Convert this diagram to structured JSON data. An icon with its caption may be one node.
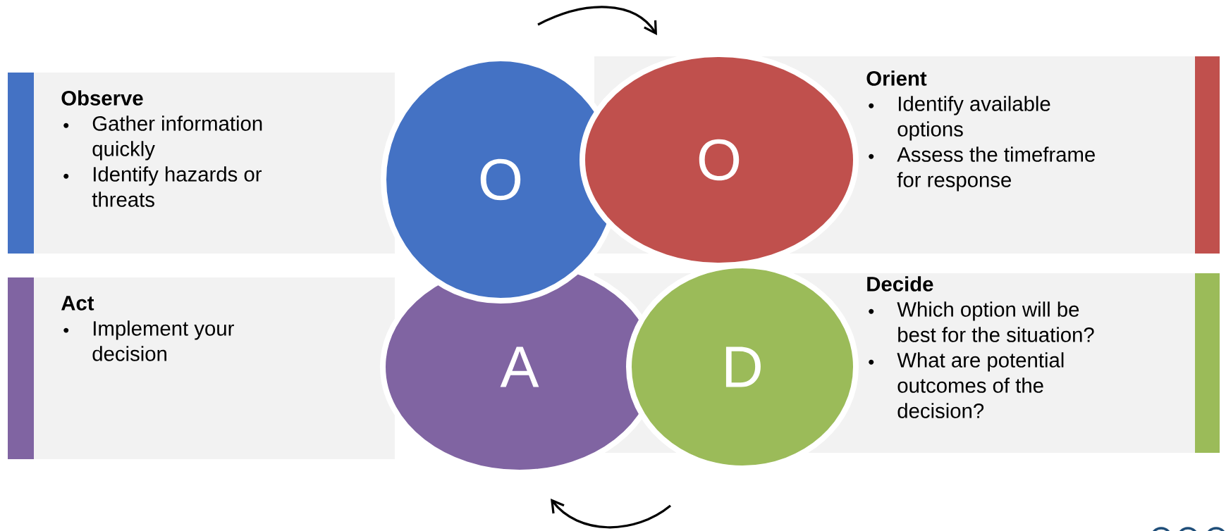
{
  "diagram": {
    "nodes": [
      {
        "text": [
          "Observe",
          "Gather information quickly",
          "Identify hazards or threats"
        ]
      },
      {
        "text": [
          "Orient",
          "Identify available options",
          "Assess the timeframe for response"
        ]
      },
      {
        "text": [
          "Act",
          "Implement your decision"
        ]
      },
      {
        "text": [
          "Decide",
          "Which option will be best for the situation?",
          "What are potential outcomes of the decision?"
        ]
      },
      {
        "text": [
          "O"
        ]
      },
      {
        "text": [
          "O"
        ]
      },
      {
        "text": [
          "A"
        ]
      },
      {
        "text": [
          "D"
        ]
      }
    ],
    "edges": []
  }
}
